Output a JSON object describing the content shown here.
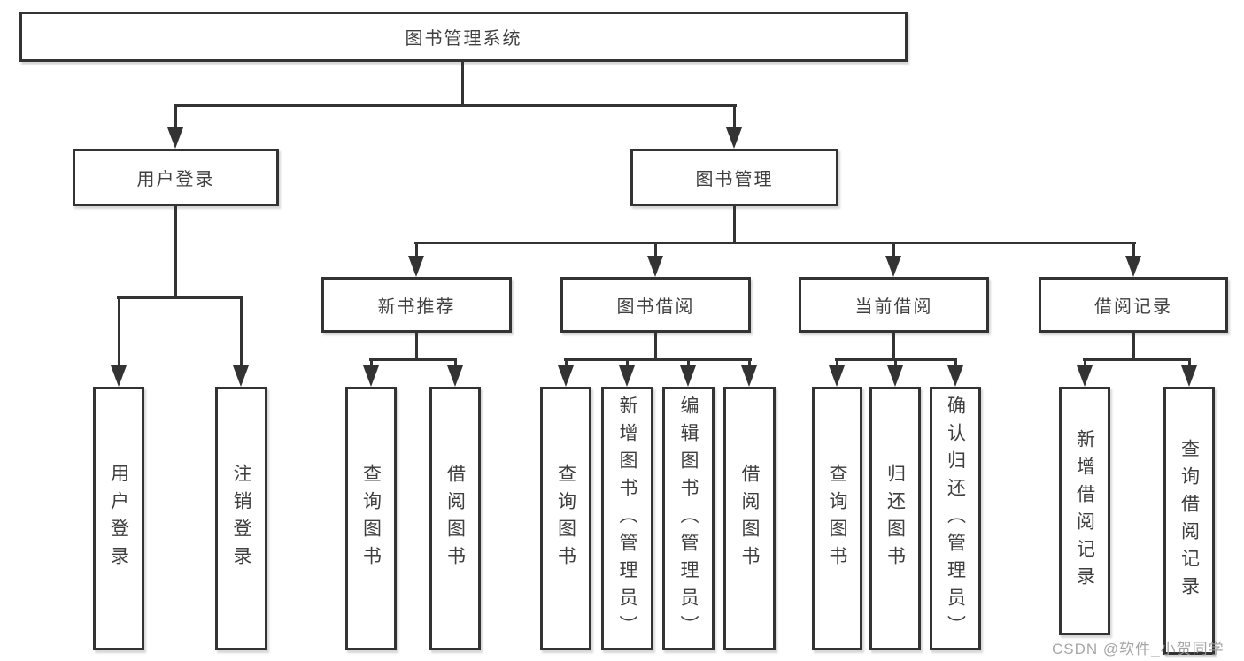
{
  "tree": {
    "root": {
      "label": "图书管理系统",
      "children": [
        {
          "label": "用户登录",
          "children": [
            {
              "label": "用户登录"
            },
            {
              "label": "注销登录"
            }
          ]
        },
        {
          "label": "图书管理",
          "children": [
            {
              "label": "新书推荐",
              "children": [
                {
                  "label": "查询图书"
                },
                {
                  "label": "借阅图书"
                }
              ]
            },
            {
              "label": "图书借阅",
              "children": [
                {
                  "label": "查询图书"
                },
                {
                  "label": "新增图书（管理员）"
                },
                {
                  "label": "编辑图书（管理员）"
                },
                {
                  "label": "借阅图书"
                }
              ]
            },
            {
              "label": "当前借阅",
              "children": [
                {
                  "label": "查询图书"
                },
                {
                  "label": "归还图书"
                },
                {
                  "label": "确认归还（管理员）"
                }
              ]
            },
            {
              "label": "借阅记录",
              "children": [
                {
                  "label": "新增借阅记录"
                },
                {
                  "label": "查询借阅记录"
                }
              ]
            }
          ]
        }
      ]
    }
  },
  "watermark": {
    "text": "CSDN @软件_小贺同学"
  },
  "colors": {
    "line": "#333333",
    "text": "#3f3f3f",
    "watermark": "#9e9e9e",
    "background": "#ffffff"
  }
}
